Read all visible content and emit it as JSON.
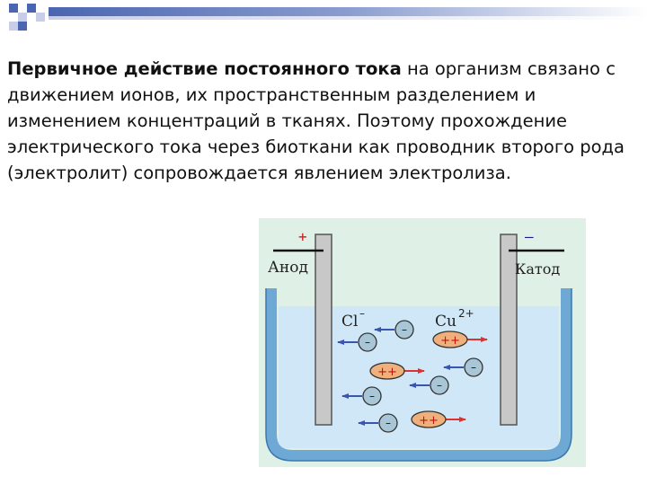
{
  "slide": {
    "lead_bold": "Первичное действие постоянного тока",
    "lead_rest": " на организм связано с движением ионов, их пространственным разделением и изменением концентраций в тканях. Поэтому прохождение электрического тока через биоткани как проводник второго рода (электролит) сопровождается явлением электролиза."
  },
  "diagram": {
    "anode_sign": "+",
    "anode_label": "Анод",
    "cathode_sign": "–",
    "cathode_label": "Катод",
    "anion_label": "Cl",
    "anion_charge": "–",
    "cation_label": "Cu",
    "cation_charge": "2+",
    "anion_symbol": "–",
    "cation_symbol": "++"
  },
  "colors": {
    "decor_blue": "#4a66b0",
    "decor_light": "#d4d8ec",
    "background": "#dff0e6",
    "electrolyte": "#cfe7f6",
    "vessel": "#6ea9d6",
    "electrode": "#c8c8c8",
    "anion": "#a8c6d6",
    "cation": "#f0b07c",
    "arrow_blue": "#3a55b0",
    "arrow_red": "#e03030",
    "sign_red": "#d01818"
  }
}
